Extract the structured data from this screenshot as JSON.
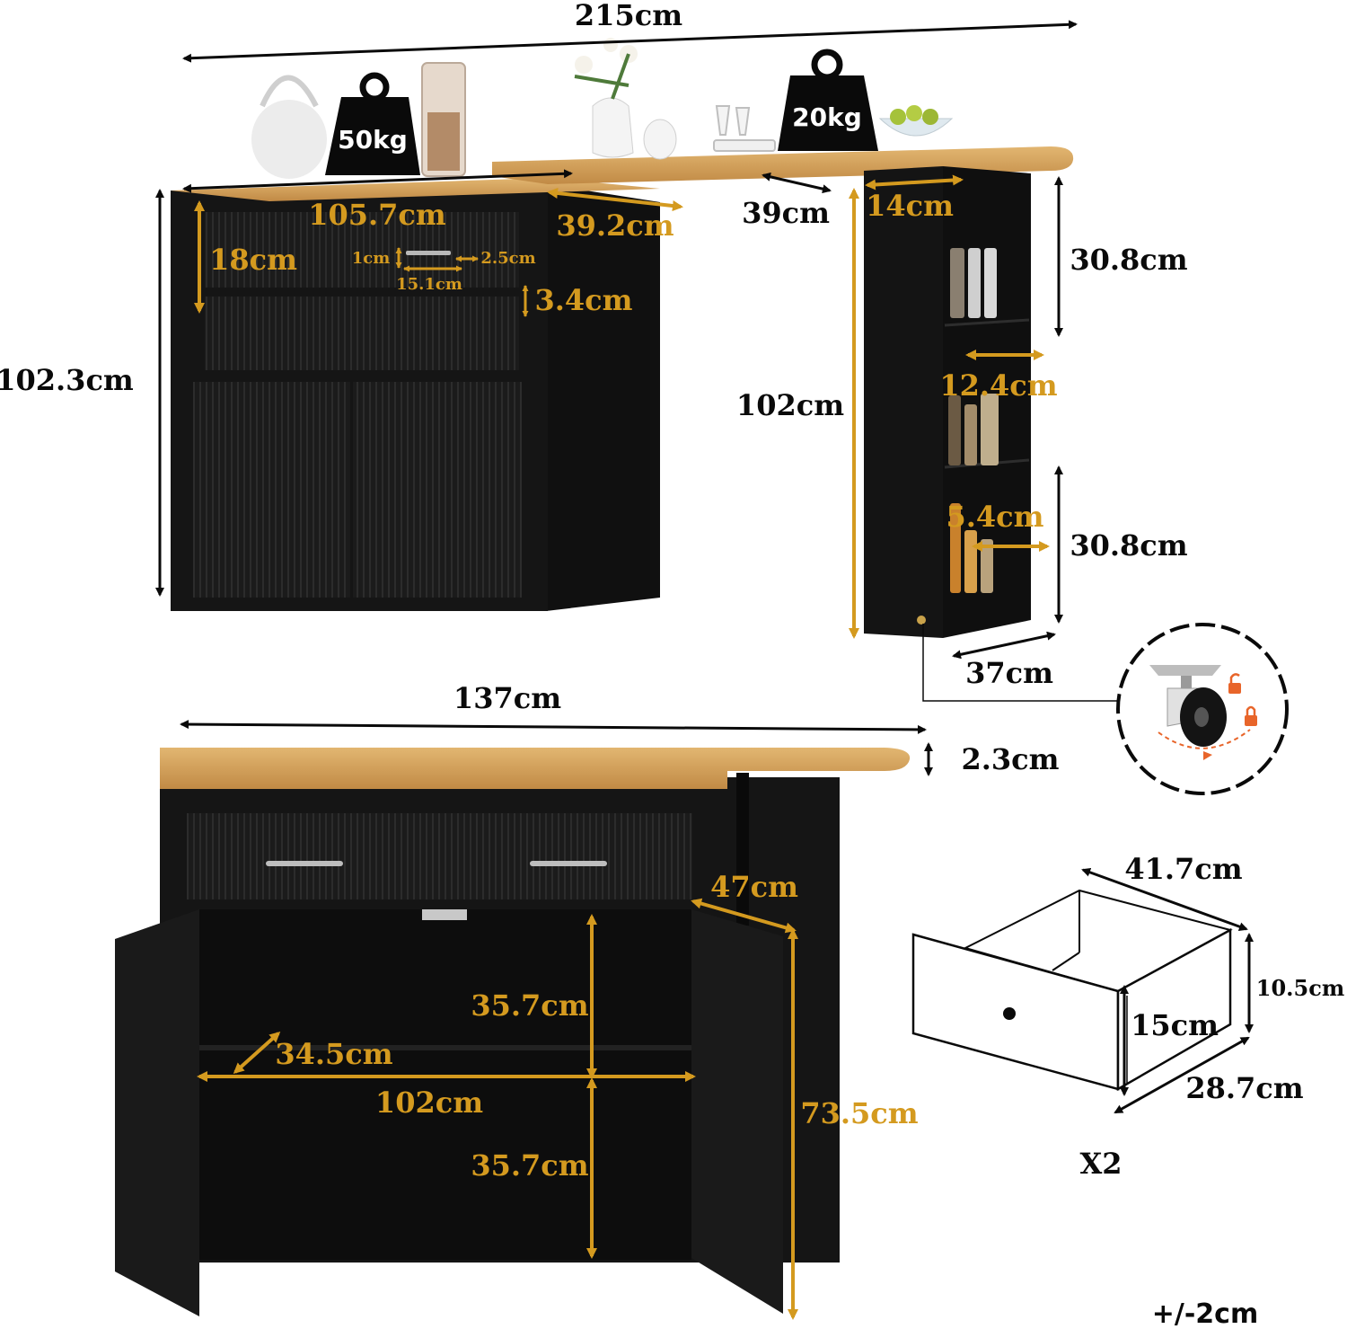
{
  "colors": {
    "dimension_black": "#0a0a0a",
    "dimension_gold": "#d49a1f",
    "cabinet_black": "#151515",
    "wood_top": "#d4a05a",
    "caster_accent": "#e8652a"
  },
  "weights": {
    "left": "50kg",
    "right": "20kg"
  },
  "top_view": {
    "total_width": "215cm",
    "cabinet_height": "102.3cm",
    "cabinet_width": "105.7cm",
    "cabinet_depth": "39.2cm",
    "drawer_height": "18cm",
    "handle_offset": "1cm",
    "handle_length": "15.1cm",
    "handle_gap": "2.5cm",
    "drawer_gap": "3.4cm",
    "top_overhang": "39cm",
    "shelf_width": "14cm",
    "shelf_section_top": "30.8cm",
    "shelf_inner_width": "12.4cm",
    "shelf_height": "102cm",
    "shelf_inner_depth": "5.4cm",
    "shelf_section_bottom": "30.8cm",
    "shelf_depth": "37cm"
  },
  "front_view": {
    "top_width": "137cm",
    "top_thickness": "2.3cm",
    "inner_depth": "47cm",
    "upper_compartment": "35.7cm",
    "lower_compartment": "35.7cm",
    "shelf_depth": "34.5cm",
    "inner_width": "102cm",
    "total_height": "73.5cm"
  },
  "drawer": {
    "width": "41.7cm",
    "height": "10.5cm",
    "inner_height": "15cm",
    "depth": "28.7cm",
    "quantity": "X2"
  },
  "tolerance": "+/-2cm",
  "icons": [
    "weight-icon",
    "caster-wheel-icon",
    "lock-icon",
    "unlock-icon",
    "rotate-arrow-icon"
  ]
}
